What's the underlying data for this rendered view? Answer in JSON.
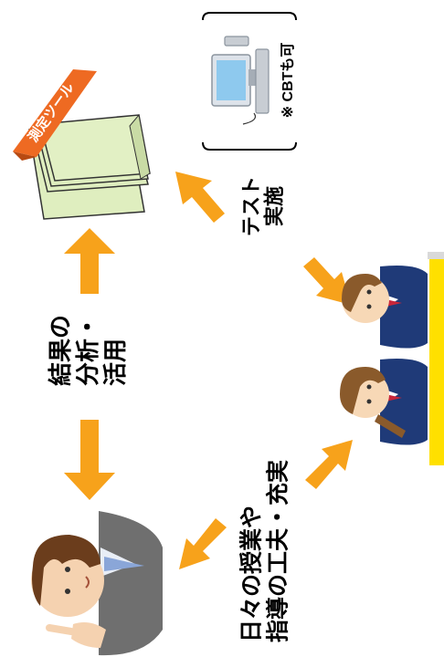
{
  "diagram": {
    "tool_label": "測定ツール",
    "cbt_note": "※ CBTも可",
    "test_label": [
      "テスト",
      "実施"
    ],
    "analysis_label": [
      "結果の",
      "分析・",
      "活用"
    ],
    "teaching_label": [
      "日々の授業や",
      "指導の工夫・充実"
    ],
    "colors": {
      "arrow": "#f7a21b",
      "tool_paper": "#dfeebf",
      "tool_banner": "#ee6a22",
      "desk": "#ffe000",
      "uniform": "#1f3a78"
    }
  }
}
